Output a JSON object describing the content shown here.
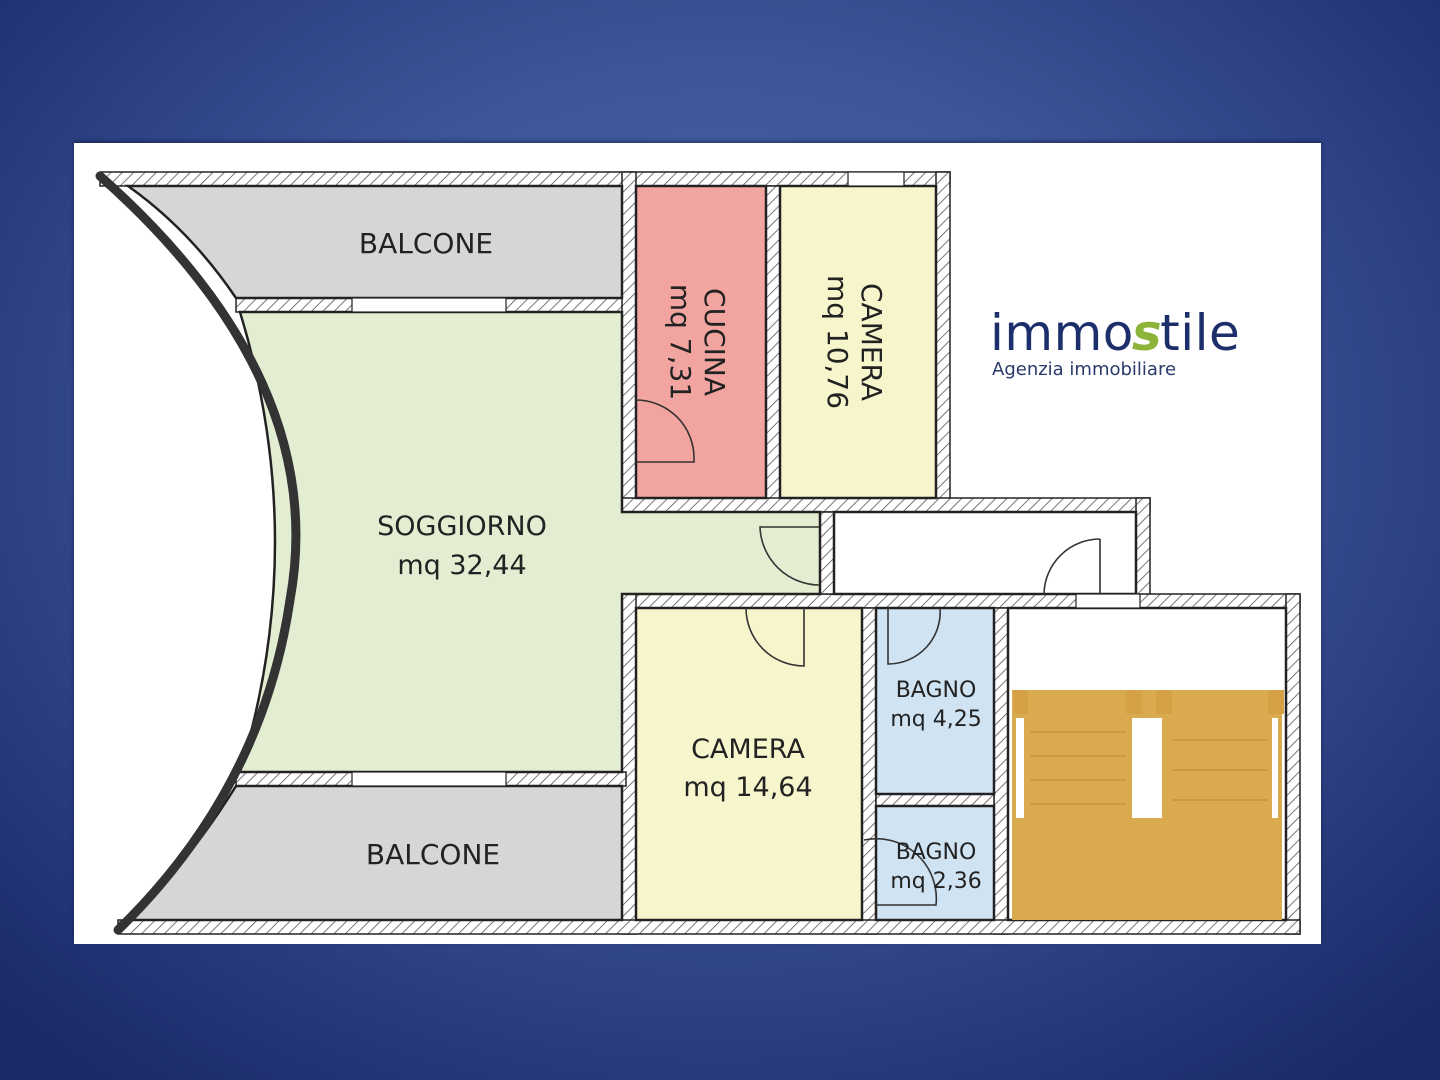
{
  "floorplan": {
    "rooms": [
      {
        "id": "balcone-top",
        "name": "BALCONE",
        "area": "",
        "color": "#d6d6d6"
      },
      {
        "id": "cucina",
        "name": "CUCINA",
        "area": "mq 7,31",
        "color": "#f2a5a0",
        "orientation": "rotated-90"
      },
      {
        "id": "camera-top",
        "name": "CAMERA",
        "area": "mq 10,76",
        "color": "#f7f5cc",
        "orientation": "rotated-90"
      },
      {
        "id": "soggiorno",
        "name": "SOGGIORNO",
        "area": "mq 32,44",
        "color": "#e2edd2"
      },
      {
        "id": "camera-bottom",
        "name": "CAMERA",
        "area": "mq 14,64",
        "color": "#f7f5cc"
      },
      {
        "id": "bagno-1",
        "name": "BAGNO",
        "area": "mq 4,25",
        "color": "#cfe3f3"
      },
      {
        "id": "bagno-2",
        "name": "BAGNO",
        "area": "mq 2,36",
        "color": "#cfe3f3"
      },
      {
        "id": "balcone-bottom",
        "name": "BALCONE",
        "area": "",
        "color": "#d6d6d6"
      },
      {
        "id": "corridoio",
        "name": "",
        "area": "",
        "color": "#ffffff"
      },
      {
        "id": "scale",
        "name": "",
        "area": "",
        "color": "#d9aa4e"
      }
    ],
    "wall_color": "#222222",
    "stair_color": "#d9aa4e"
  },
  "logo": {
    "word_left": "immo",
    "word_mark": "s",
    "word_right": "tile",
    "subtitle": "Agenzia immobiliare",
    "brand_color": "#1d2f6b",
    "accent_color": "#8cb43a"
  },
  "background": {
    "gradient_center": "#4b68ad",
    "gradient_edge": "#1a2a6a"
  }
}
